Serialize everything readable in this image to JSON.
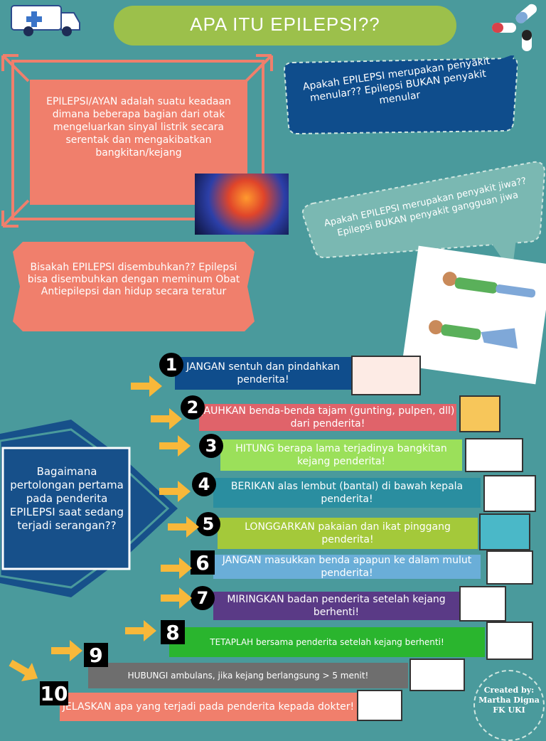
{
  "title": "APA ITU EPILEPSI??",
  "intro": "EPILEPSI/AYAN adalah suatu keadaan dimana beberapa bagian dari otak mengeluarkan sinyal listrik secara serentak dan mengakibatkan bangkitan/kejang",
  "bubble_contagious": "Apakah EPILEPSI merupakan penyakit menular?? Epilepsi BUKAN penyakit menular",
  "bubble_mental": "Apakah EPILEPSI merupakan penyakit jiwa?? Epilepsi BUKAN penyakit gangguan jiwa",
  "curable": "Bisakah EPILEPSI disembuhkan?? Epilepsi bisa disembuhkan dengan meminum Obat Antiepilepsi dan hidup secara teratur",
  "question": "Bagaimana pertolongan pertama pada penderita EPILEPSI saat sedang terjadi serangan??",
  "steps": [
    {
      "num": "1",
      "text": "JANGAN sentuh dan pindahkan penderita!",
      "color": "#0f4d8c"
    },
    {
      "num": "2",
      "text": "JAUHKAN benda-benda tajam (gunting, pulpen, dll) dari penderita!",
      "color": "#e0636a"
    },
    {
      "num": "3",
      "text": "HITUNG berapa lama terjadinya bangkitan kejang penderita!",
      "color": "#9be05a"
    },
    {
      "num": "4",
      "text": "BERIKAN alas lembut (bantal) di bawah kepala penderita!",
      "color": "#2a8ea0"
    },
    {
      "num": "5",
      "text": "LONGGARKAN pakaian dan ikat pinggang penderita!",
      "color": "#a4c93a"
    },
    {
      "num": "6",
      "text": "JANGAN masukkan benda apapun ke dalam mulut penderita!",
      "color": "#6aaed8"
    },
    {
      "num": "7",
      "text": "MIRINGKAN badan penderita setelah kejang berhenti!",
      "color": "#5a3a86"
    },
    {
      "num": "8",
      "text": "TETAPLAH bersama penderita setelah kejang berhenti!",
      "color": "#2ab52e"
    },
    {
      "num": "9",
      "text": "HUBUNGI ambulans, jika kejang berlangsung > 5 menit!",
      "color": "#6e6e6e"
    },
    {
      "num": "10",
      "text": "JELASKAN apa yang terjadi pada penderita kepada dokter!",
      "color": "#f07f6c"
    }
  ],
  "credit": "Created by: Martha Digna FK UKI"
}
